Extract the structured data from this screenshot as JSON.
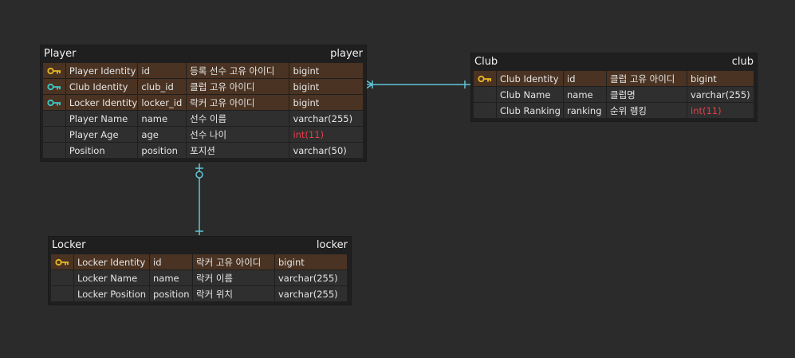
{
  "colors": {
    "background": "#2b2b2b",
    "primary_key_icon": "#e8b923",
    "foreign_key_icon": "#3fc7c7",
    "key_row": "#4a3322",
    "relation_line": "#62c5d6",
    "warning_type": "#e0404a"
  },
  "entities": {
    "player": {
      "logical_name": "Player",
      "physical_name": "player",
      "columns": [
        {
          "icon": "primary-key-icon",
          "logical": "Player Identity",
          "physical": "id",
          "comment": "등록 선수 고유 아이디",
          "type": "bigint",
          "warn": false
        },
        {
          "icon": "foreign-key-icon",
          "logical": "Club Identity",
          "physical": "club_id",
          "comment": "클럽 고유 아이디",
          "type": "bigint",
          "warn": false
        },
        {
          "icon": "foreign-key-icon",
          "logical": "Locker Identity",
          "physical": "locker_id",
          "comment": "락커 고유 아이디",
          "type": "bigint",
          "warn": false
        },
        {
          "icon": "",
          "logical": "Player Name",
          "physical": "name",
          "comment": "선수 이름",
          "type": "varchar(255)",
          "warn": false
        },
        {
          "icon": "",
          "logical": "Player Age",
          "physical": "age",
          "comment": "선수 나이",
          "type": "int(11)",
          "warn": true
        },
        {
          "icon": "",
          "logical": "Position",
          "physical": "position",
          "comment": "포지션",
          "type": "varchar(50)",
          "warn": false
        }
      ]
    },
    "club": {
      "logical_name": "Club",
      "physical_name": "club",
      "columns": [
        {
          "icon": "primary-key-icon",
          "logical": "Club Identity",
          "physical": "id",
          "comment": "클럽 고유 아이디",
          "type": "bigint",
          "warn": false
        },
        {
          "icon": "",
          "logical": "Club Name",
          "physical": "name",
          "comment": "클럽명",
          "type": "varchar(255)",
          "warn": false
        },
        {
          "icon": "",
          "logical": "Club Ranking",
          "physical": "ranking",
          "comment": "순위 랭킹",
          "type": "int(11)",
          "warn": true
        }
      ]
    },
    "locker": {
      "logical_name": "Locker",
      "physical_name": "locker",
      "columns": [
        {
          "icon": "primary-key-icon",
          "logical": "Locker Identity",
          "physical": "id",
          "comment": "락커 고유 아이디",
          "type": "bigint",
          "warn": false
        },
        {
          "icon": "",
          "logical": "Locker Name",
          "physical": "name",
          "comment": "락커 이름",
          "type": "varchar(255)",
          "warn": false
        },
        {
          "icon": "",
          "logical": "Locker Position",
          "physical": "position",
          "comment": "락커 위치",
          "type": "varchar(255)",
          "warn": false
        }
      ]
    }
  },
  "relations": [
    {
      "from": "player",
      "to": "club",
      "from_cardinality": "many",
      "to_cardinality": "one"
    },
    {
      "from": "player",
      "to": "locker",
      "from_cardinality": "zero-or-one",
      "to_cardinality": "one"
    }
  ]
}
